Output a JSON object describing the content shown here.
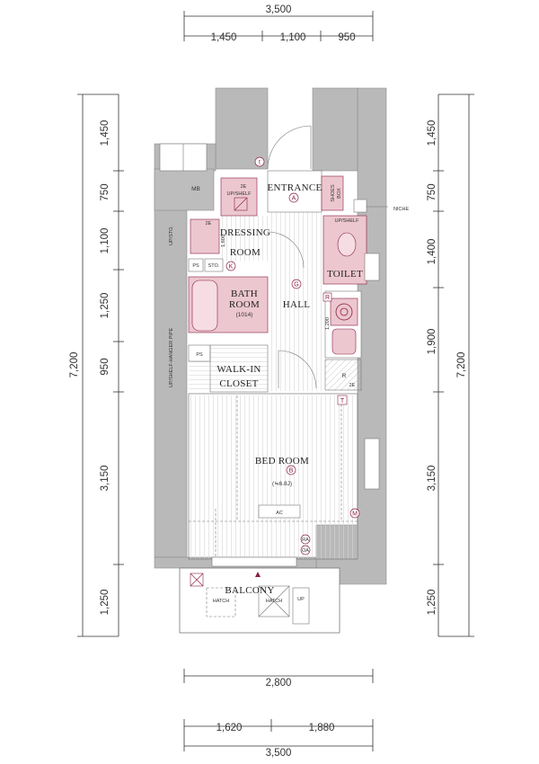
{
  "dimensions": {
    "top_total": "3,500",
    "top_parts": [
      "1,450",
      "1,100",
      "950"
    ],
    "bottom_main": "2,800",
    "bottom_parts": [
      "1,620",
      "1,880"
    ],
    "bottom_total": "3,500",
    "left_parts": [
      "1,450",
      "750",
      "1,100",
      "1,250",
      "950",
      "3,150",
      "1,250"
    ],
    "left_total": "7,200",
    "right_parts": [
      "1,450",
      "750",
      "1,400",
      "1,900",
      "3,150",
      "1,250"
    ],
    "right_total": "7,200"
  },
  "rooms": {
    "entrance": "ENTRANCE",
    "dressing_1": "DRESSING",
    "dressing_2": "ROOM",
    "toilet": "TOILET",
    "bath_1": "BATH",
    "bath_2": "ROOM",
    "bath_3": "(1014)",
    "hall": "HALL",
    "walkin_1": "WALK-IN",
    "walkin_2": "CLOSET",
    "bedroom_1": "BED ROOM",
    "bedroom_2": "(≒6.8J)",
    "balcony": "BALCONY"
  },
  "labels": {
    "mb": "MB",
    "up_shelf_1": "UP/SHELF",
    "up_shelf_2": "UP/SHELF",
    "shoes_box_1": "SHOES",
    "shoes_box_2": "BOX",
    "niche": "NICHE",
    "up_sto": "UP/STO.",
    "ps_1": "PS",
    "sto": "STO.",
    "ps_2": "PS",
    "up_shelf_hanger": "UP/SHELF-HANGER PIPE",
    "dim_1600": "1,600",
    "dim_1200": "1,200",
    "ac": "AC",
    "hatch_1": "HATCH",
    "hatch_2": "HATCH",
    "up": "UP",
    "refrigerator": "R",
    "twoe_1": "2E",
    "twoe_2": "2E",
    "twoe_3": "2E"
  },
  "markers": {
    "a": "A",
    "t1": "t",
    "k": "K",
    "g": "G",
    "r": "R",
    "t2": "T",
    "m": "M",
    "ra": "RA",
    "oa": "OA",
    "b": "B"
  },
  "colors": {
    "wall": "#b9b9b9",
    "accent": "#8a1e46",
    "pink": "#ecc7cf"
  }
}
